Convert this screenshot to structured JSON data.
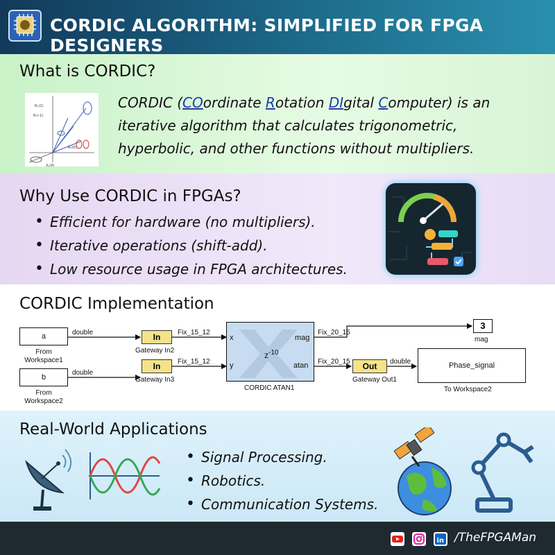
{
  "header": {
    "title": "CORDIC ALGORITHM: SIMPLIFIED FOR FPGA DESIGNERS"
  },
  "what": {
    "title": "What is CORDIC?",
    "para_prefix": "CORDIC (",
    "co": "CO",
    "ordinate": "ordinate ",
    "r": "R",
    "otation": "otation ",
    "di": "DI",
    "gital": "gital ",
    "c": "C",
    "omputer": "omputer) is an",
    "line2": "iterative algorithm that calculates trigonometric,",
    "line3": "hyperbolic, and other functions without multipliers."
  },
  "why": {
    "title": "Why Use CORDIC in FPGAs?",
    "bullets": [
      "Efficient for hardware (no multipliers).",
      "Iterative operations (shift-add).",
      "Low resource usage in FPGA architectures."
    ]
  },
  "impl": {
    "title": "CORDIC Implementation",
    "from_a": "a",
    "from_b": "b",
    "from_ws1": "From\nWorkspace1",
    "from_ws2": "From\nWorkspace2",
    "double": "double",
    "gw_in": "In",
    "gw_in2": "Gateway In2",
    "gw_in3": "Gateway In3",
    "fix_15_12": "Fix_15_12",
    "port_x": "x",
    "port_y": "y",
    "port_mag": "mag",
    "port_atan": "atan",
    "z": "z",
    "z_exp": "-10",
    "cordic_name": "CORDIC ATAN1",
    "fix_20_15": "Fix_20_15",
    "mag": "mag",
    "gw_out": "Out",
    "gw_out1": "Gateway Out1",
    "phase": "Phase_signal",
    "to_ws2": "To Workspace2"
  },
  "apps": {
    "title": "Real-World Applications",
    "bullets": [
      "Signal Processing.",
      "Robotics.",
      "Communication Systems."
    ]
  },
  "footer": {
    "handle": "/TheFPGAMan"
  },
  "colors": {
    "youtube": "#e62117",
    "instagram": "#d6249f",
    "linkedin": "#0a66c2",
    "accent": "#2a8fae"
  }
}
